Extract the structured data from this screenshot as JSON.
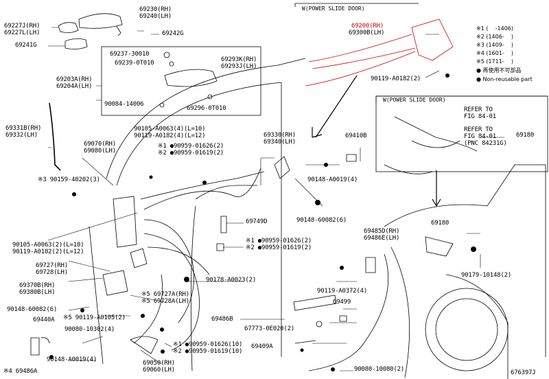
{
  "legend": {
    "notes": [
      "※1 (    -1406)",
      "※2 (1406-    )",
      "※3 (1409-    )",
      "※4 (1601-    )",
      "※5 (1711-    )"
    ],
    "reuse": "● 再使用不可部品",
    "nonreuse": "● Non-reusable part"
  },
  "headers": {
    "power_slide_top": "W(POWER SLIDE DOOR)",
    "power_slide_mid": "W(POWER SLIDE DOOR)"
  },
  "refs": {
    "ref1": "REFER TO\nFIG 84-01",
    "ref2": "REFER TO\nFIG 84-01\n(PNC 84231G)"
  },
  "labels": {
    "p69227": "69227J(RH)\n69227L(LH)",
    "p69241": "69241G",
    "p69230": "69230(RH)\n69240(LH)",
    "p69242": "69242G",
    "p69237": "69237-30010",
    "p69239": "69239-0T010",
    "p69293": "69293K(RH)\n69293J(LH)",
    "p69203": "69203A(RH)\n69204A(LH)",
    "p90084": "90084-14006",
    "p69296": "69296-0T010",
    "p69331": "69331B(RH)\n69332(LH)",
    "p69070": "69070(RH)\n69080(LH)",
    "p90105a": "90105-A0063(4)(L=10)\n90119-A0182(4)(L=12)",
    "p90959a": "※1 ●90959-01626(2)\n※2 ●90959-01619(2)",
    "p90159": "※3 90159-40202(3)",
    "p69330": "69330(RH)\n69340(LH)",
    "p69410": "69410B",
    "p90148a": "90148-A0019(4)",
    "p90148b": "90148-60082(6)",
    "p69749": "69749D",
    "p90105b": "90105-A0063(2)(L=10)\n90119-A0182(2)(L=12)",
    "p90959b": "※1 ●90959-01626(2)\n※2 ●90959-01619(2)",
    "p69727": "69727(RH)\n69728(LH)",
    "p69370": "69370B(RH)\n69380B(LH)",
    "p90178": "90178-A0023(2)",
    "p69727a": "※5 69727A(RH)\n※5 69728A(LH)",
    "p90148c": "90148-60082(6)",
    "p90119a": "※5 90119-A0105(2)",
    "p69440": "69440A",
    "p90080a": "90080-10302(4)",
    "p90148d": "90148-A0019(4)",
    "p69486a": "※4 69486A",
    "p69050": "69050(RH)\n69060(LH)",
    "p90959c": "※1 ●90959-01626(10)\n※2 ●90959-01619(10)",
    "p69200": "69200(RH)",
    "p69300": "69300B(LH)",
    "p90119b": "90119-A0182(2)",
    "p69180a": "69180",
    "p69180b": "69180",
    "p69485": "69485D(RH)\n69486E(LH)",
    "p90179": "90179-10148(2)",
    "p90119c": "90119-A0372(4)",
    "p69499": "69499",
    "p69486b": "69486B",
    "p67773": "67773-0E020(2)",
    "p69409": "69409A",
    "p90080b": "90080-10080(2)",
    "fig_no": "676397J"
  },
  "colors": {
    "highlight": "#d00000",
    "line": "#000000"
  }
}
